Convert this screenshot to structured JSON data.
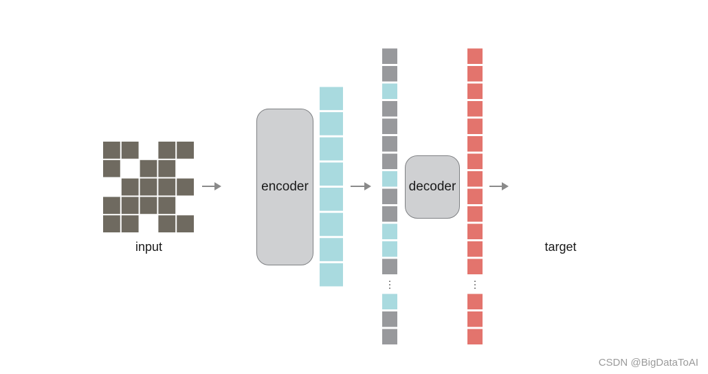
{
  "labels": {
    "input": "input",
    "encoder": "encoder",
    "decoder": "decoder",
    "target": "target",
    "ellipsis": "⋮"
  },
  "watermark": "CSDN @BigDataToAI",
  "colors": {
    "masked_patch": "#6f6a60",
    "encoded_token": "#a9dadf",
    "mask_token": "#98999c",
    "output_token": "#e3746d",
    "arrow": "#8a8a8a",
    "box_fill": "#cfd0d2",
    "box_border": "#7d7f82"
  },
  "input_grid_mask": [
    [
      1,
      1,
      0,
      1,
      1
    ],
    [
      1,
      0,
      1,
      1,
      0
    ],
    [
      0,
      1,
      1,
      1,
      1
    ],
    [
      1,
      1,
      1,
      1,
      0
    ],
    [
      1,
      1,
      0,
      1,
      1
    ]
  ],
  "visible_patch_count": 8,
  "encoded_token_count": 8,
  "decoder_input_sequence": [
    "mask",
    "mask",
    "encoded",
    "mask",
    "mask",
    "mask",
    "mask",
    "encoded",
    "mask",
    "mask",
    "encoded",
    "encoded",
    "mask",
    "ellipsis",
    "encoded",
    "mask",
    "mask"
  ],
  "decoder_output_sequence": [
    "out",
    "out",
    "out",
    "out",
    "out",
    "out",
    "out",
    "out",
    "out",
    "out",
    "out",
    "out",
    "out",
    "ellipsis",
    "out",
    "out",
    "out"
  ]
}
